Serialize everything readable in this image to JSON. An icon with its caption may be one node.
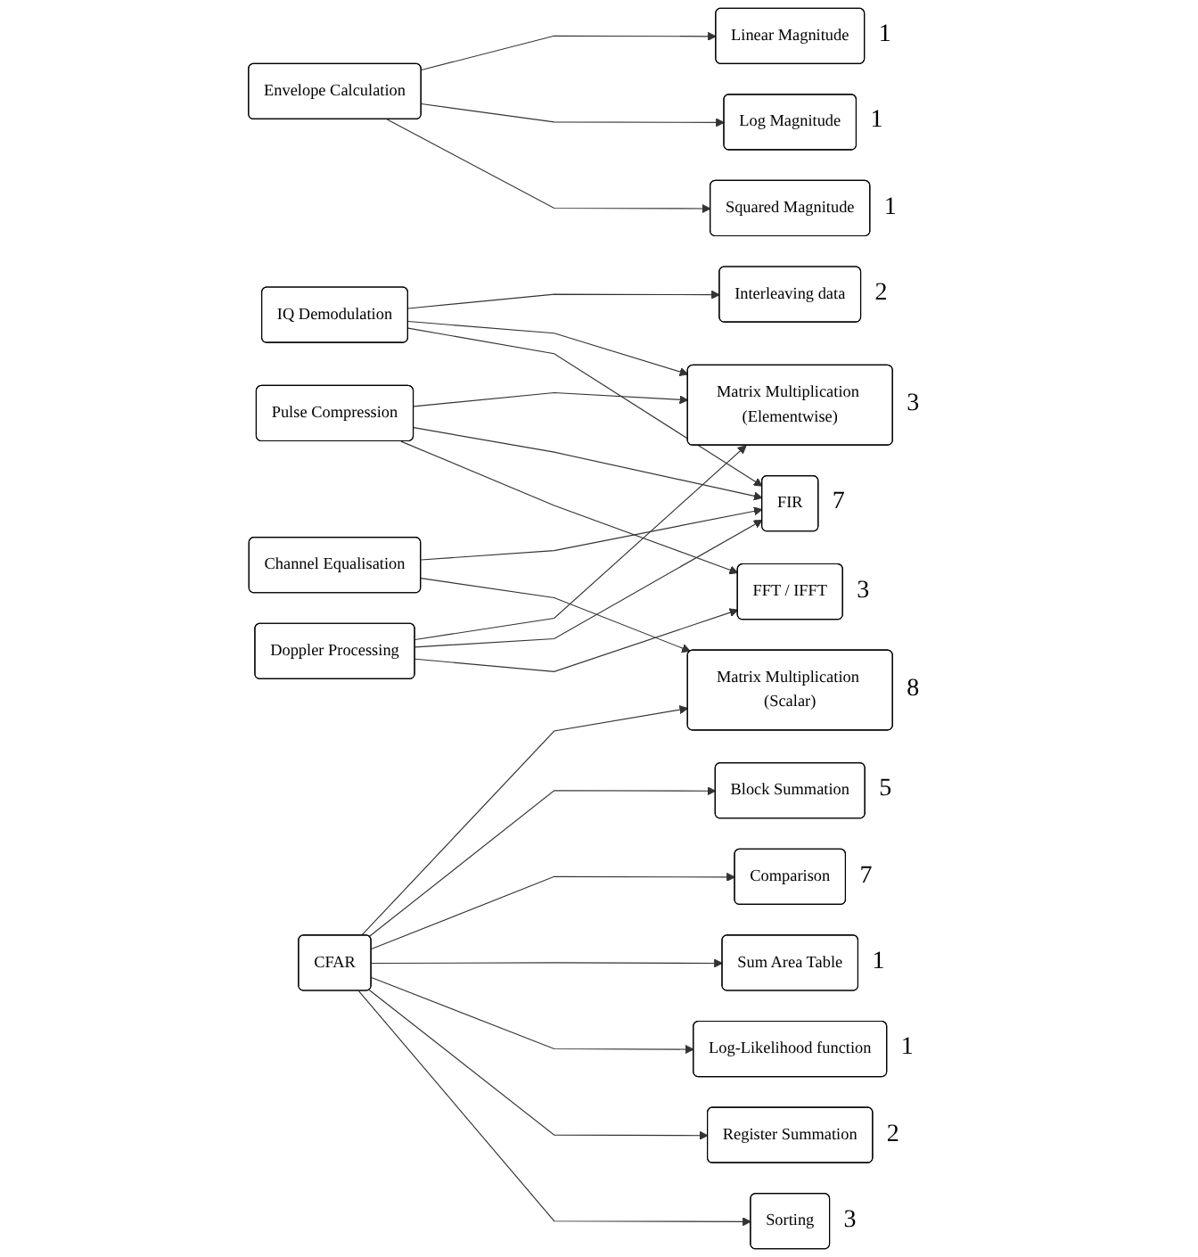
{
  "diagram": {
    "nodes": [
      {
        "text": [
          "Envelope Calculation"
        ]
      },
      {
        "text": [
          "IQ Demodulation"
        ]
      },
      {
        "text": [
          "Channel Equalisation"
        ]
      },
      {
        "text": [
          "Pulse Compression"
        ]
      },
      {
        "text": [
          "Doppler Processing"
        ]
      },
      {
        "text": [
          "CFAR"
        ]
      },
      {
        "text": [
          "Linear Magnitude"
        ],
        "beside": [
          "1"
        ]
      },
      {
        "text": [
          "Log Magnitude"
        ],
        "beside": [
          "1"
        ]
      },
      {
        "text": [
          "Squared Magnitude"
        ],
        "beside": [
          "1"
        ]
      },
      {
        "text": [
          "Interleaving data"
        ],
        "beside": [
          "2"
        ]
      },
      {
        "text": [
          "Matrix Multiplication (Elementwise)"
        ],
        "beside": [
          "3"
        ]
      },
      {
        "text": [
          "FIR"
        ],
        "beside": [
          "7"
        ]
      },
      {
        "text": [
          "FFT / IFFT"
        ],
        "beside": [
          "3"
        ]
      },
      {
        "text": [
          "Matrix Multiplication (Scalar)"
        ],
        "beside": [
          "8"
        ]
      },
      {
        "text": [
          "Block Summation"
        ],
        "beside": [
          "5"
        ]
      },
      {
        "text": [
          "Comparison"
        ],
        "beside": [
          "7"
        ]
      },
      {
        "text": [
          "Sum Area Table"
        ],
        "beside": [
          "1"
        ]
      },
      {
        "text": [
          "Log-Likelihood function"
        ],
        "beside": [
          "1"
        ]
      },
      {
        "text": [
          "Register Summation"
        ],
        "beside": [
          "2"
        ]
      },
      {
        "text": [
          "Sorting"
        ],
        "beside": [
          "3"
        ]
      }
    ],
    "edges": [
      {
        "from": 0,
        "to": 6,
        "arrow": "to"
      },
      {
        "from": 0,
        "to": 7,
        "arrow": "to"
      },
      {
        "from": 0,
        "to": 8,
        "arrow": "to"
      },
      {
        "from": 1,
        "to": 9,
        "arrow": "to"
      },
      {
        "from": 1,
        "to": 10,
        "arrow": "to"
      },
      {
        "from": 1,
        "to": 11,
        "arrow": "to"
      },
      {
        "from": 2,
        "to": 11,
        "arrow": "to"
      },
      {
        "from": 2,
        "to": 13,
        "arrow": "to"
      },
      {
        "from": 3,
        "to": 10,
        "arrow": "to"
      },
      {
        "from": 3,
        "to": 11,
        "arrow": "to"
      },
      {
        "from": 3,
        "to": 12,
        "arrow": "to"
      },
      {
        "from": 4,
        "to": 10,
        "arrow": "to"
      },
      {
        "from": 4,
        "to": 11,
        "arrow": "to"
      },
      {
        "from": 4,
        "to": 12,
        "arrow": "to"
      },
      {
        "from": 5,
        "to": 13,
        "arrow": "to"
      },
      {
        "from": 5,
        "to": 14,
        "arrow": "to"
      },
      {
        "from": 5,
        "to": 15,
        "arrow": "to"
      },
      {
        "from": 5,
        "to": 16,
        "arrow": "to"
      },
      {
        "from": 5,
        "to": 17,
        "arrow": "to"
      },
      {
        "from": 5,
        "to": 18,
        "arrow": "to"
      },
      {
        "from": 5,
        "to": 19,
        "arrow": "to"
      }
    ]
  }
}
